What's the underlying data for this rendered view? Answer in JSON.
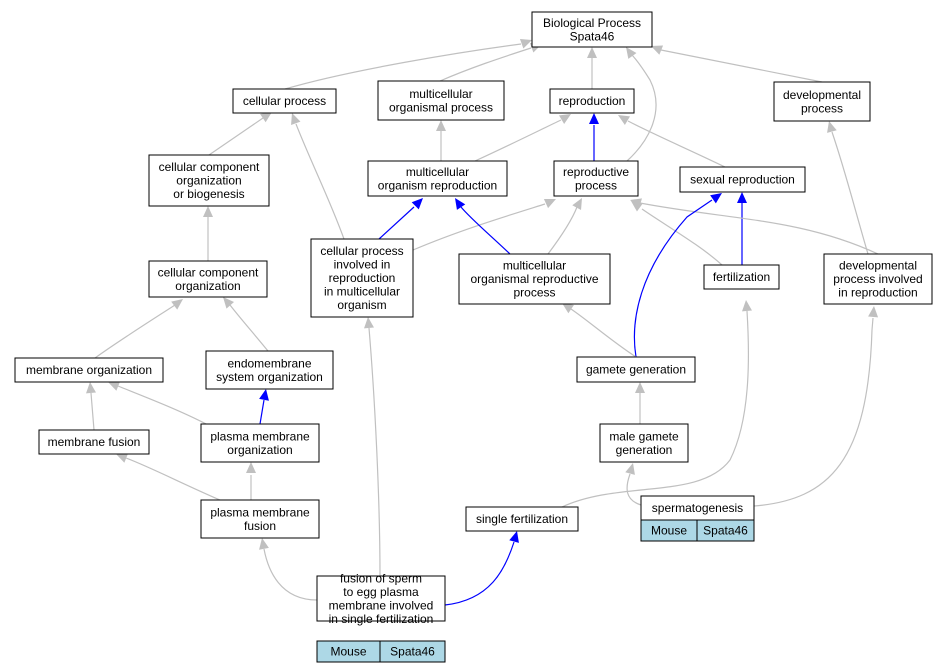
{
  "nodes": {
    "root": [
      "Biological Process",
      "Spata46"
    ],
    "cellular_process": [
      "cellular process"
    ],
    "multicellular_organismal_process": [
      "multicellular",
      "organismal process"
    ],
    "reproduction": [
      "reproduction"
    ],
    "developmental_process": [
      "developmental",
      "process"
    ],
    "ccob": [
      "cellular component",
      "organization",
      "or biogenesis"
    ],
    "mo_reproduction": [
      "multicellular",
      "organism reproduction"
    ],
    "reproductive_process": [
      "reproductive",
      "process"
    ],
    "sexual_reproduction": [
      "sexual reproduction"
    ],
    "cco": [
      "cellular component",
      "organization"
    ],
    "cp_involved": [
      "cellular process",
      "involved in",
      "reproduction",
      "in multicellular",
      "organism"
    ],
    "morp": [
      "multicellular",
      "organismal reproductive",
      "process"
    ],
    "fertilization": [
      "fertilization"
    ],
    "dev_involved": [
      "developmental",
      "process involved",
      "in reproduction"
    ],
    "membrane_org": [
      "membrane organization"
    ],
    "endomembrane": [
      "endomembrane",
      "system organization"
    ],
    "gamete_gen": [
      "gamete generation"
    ],
    "membrane_fusion": [
      "membrane fusion"
    ],
    "pm_org": [
      "plasma membrane",
      "organization"
    ],
    "male_gamete": [
      "male gamete",
      "generation"
    ],
    "pm_fusion": [
      "plasma membrane",
      "fusion"
    ],
    "single_fert": [
      "single fertilization"
    ],
    "spermatogenesis": [
      "spermatogenesis"
    ],
    "fusion_sperm": [
      "fusion of sperm",
      "to egg plasma",
      "membrane involved",
      "in single fertilization"
    ]
  },
  "annotations": {
    "spermatogenesis": [
      "Mouse",
      "Spata46"
    ],
    "fusion_sperm": [
      "Mouse",
      "Spata46"
    ]
  },
  "colors": {
    "is_a_edge": "#c0c0c0",
    "highlighted_edge": "#0000ff",
    "annotation_fill": "#add8e6"
  }
}
